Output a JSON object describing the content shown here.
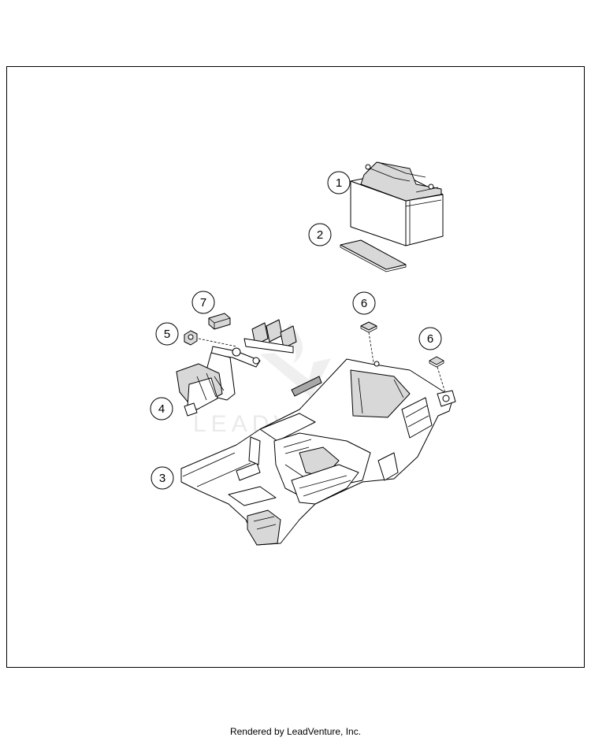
{
  "callouts": {
    "c1": "1",
    "c2": "2",
    "c3": "3",
    "c4": "4",
    "c5": "5",
    "c6a": "6",
    "c6b": "6",
    "c7": "7"
  },
  "watermark": "LEADVENTURE",
  "footer": "Rendered by LeadVenture, Inc."
}
